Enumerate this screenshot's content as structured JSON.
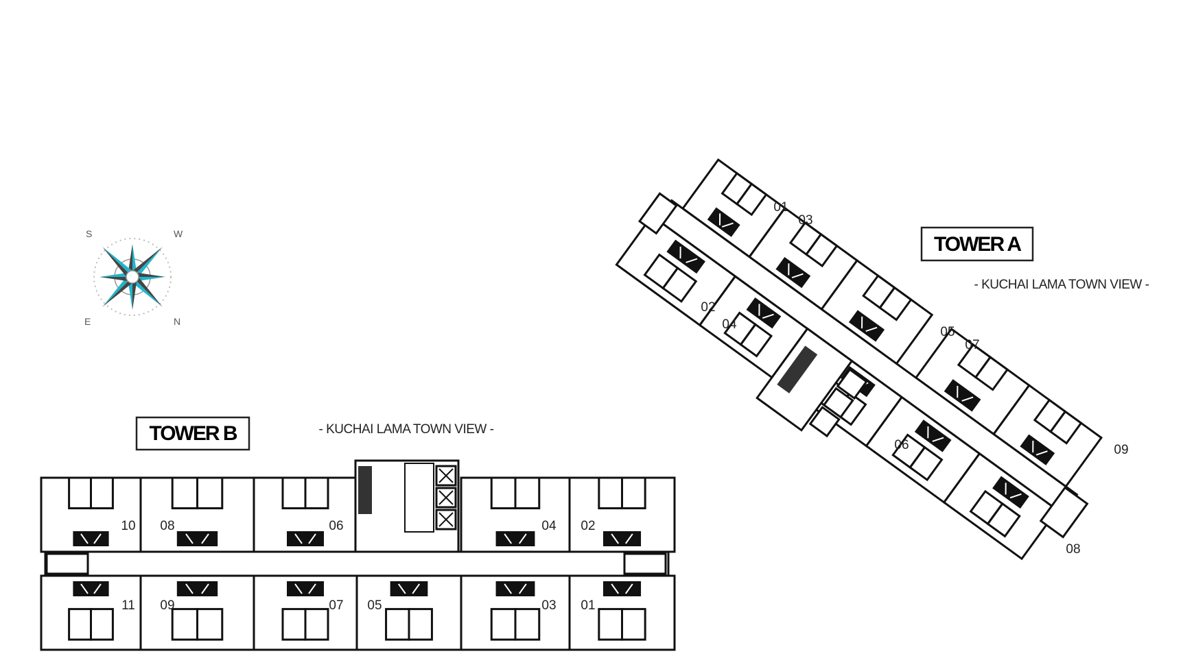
{
  "compass": {
    "labels": [
      "S",
      "W",
      "E",
      "N"
    ],
    "accent_color": "#1fb6cc",
    "dark_color": "#444444"
  },
  "tower_a": {
    "title": "TOWER A",
    "view": "- KUCHAI LAMA TOWN VIEW -",
    "units": [
      "01",
      "03",
      "02",
      "04",
      "05",
      "07",
      "06",
      "09",
      "08"
    ]
  },
  "tower_b": {
    "title": "TOWER B",
    "view": "- KUCHAI LAMA TOWN VIEW -",
    "units_top": [
      "10",
      "08",
      "06",
      "04",
      "02"
    ],
    "units_bottom": [
      "11",
      "09",
      "07",
      "05",
      "03",
      "01"
    ]
  }
}
